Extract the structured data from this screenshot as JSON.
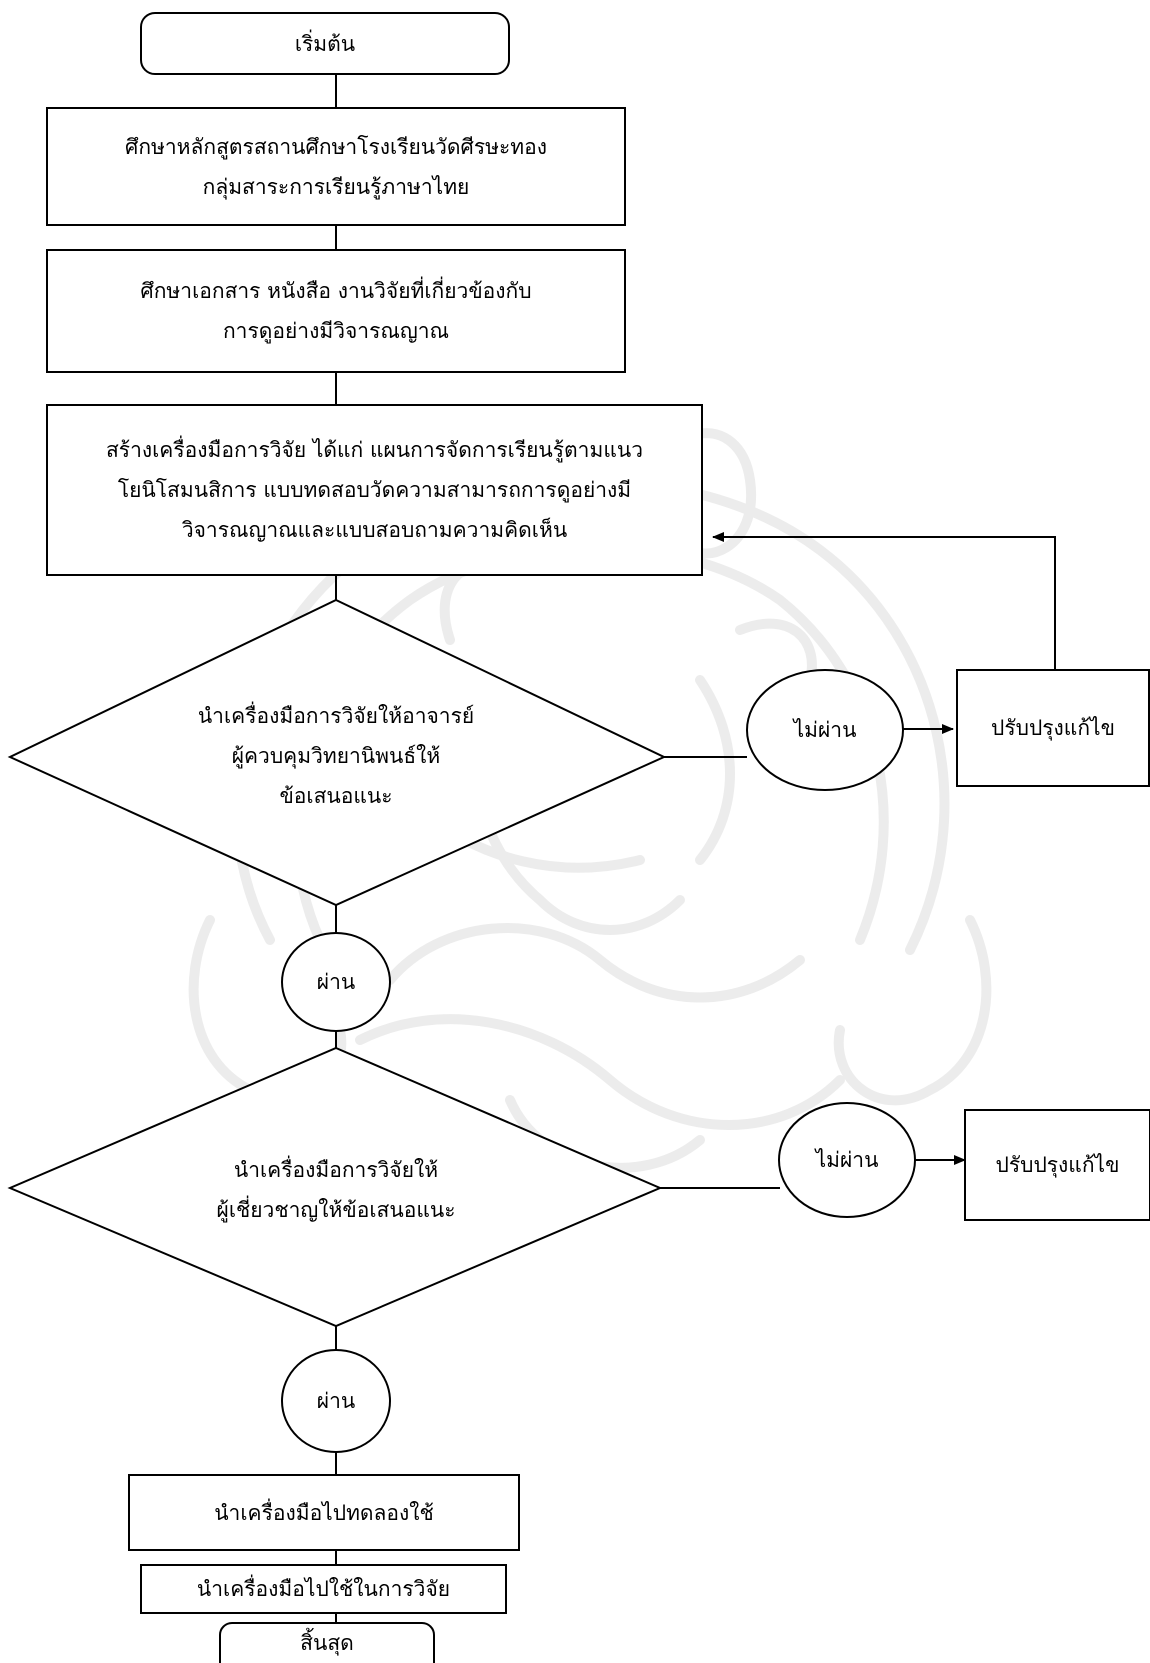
{
  "nodes": {
    "start": "เริ่มต้น",
    "study_curriculum": [
      "ศึกษาหลักสูตรสถานศึกษาโรงเรียนวัดศีรษะทอง",
      "กลุ่มสาระการเรียนรู้ภาษาไทย"
    ],
    "study_documents": [
      "ศึกษาเอกสาร หนังสือ งานวิจัยที่เกี่ยวข้องกับ",
      "การดูอย่างมีวิจารณญาณ"
    ],
    "create_tools": [
      "สร้างเครื่องมือการวิจัย ได้แก่ แผนการจัดการเรียนรู้ตามแนว",
      "โยนิโสมนสิการ แบบทดสอบวัดความสามารถการดูอย่างมี",
      "วิจารณญาณและแบบสอบถามความคิดเห็น"
    ],
    "advisor_review": [
      "นำเครื่องมือการวิจัยให้อาจารย์",
      "ผู้ควบคุมวิทยานิพนธ์ให้",
      "ข้อเสนอแนะ"
    ],
    "fail_1": "ไม่ผ่าน",
    "revise_1": "ปรับปรุงแก้ไข",
    "pass_1": "ผ่าน",
    "expert_review": [
      "นำเครื่องมือการวิจัยให้",
      "ผู้เชี่ยวชาญให้ข้อเสนอแนะ"
    ],
    "fail_2": "ไม่ผ่าน",
    "revise_2": "ปรับปรุงแก้ไข",
    "pass_2": "ผ่าน",
    "tryout": "นำเครื่องมือไปทดลองใช้",
    "use_in_research": "นำเครื่องมือไปใช้ในการวิจัย",
    "end": "สิ้นสุด"
  }
}
